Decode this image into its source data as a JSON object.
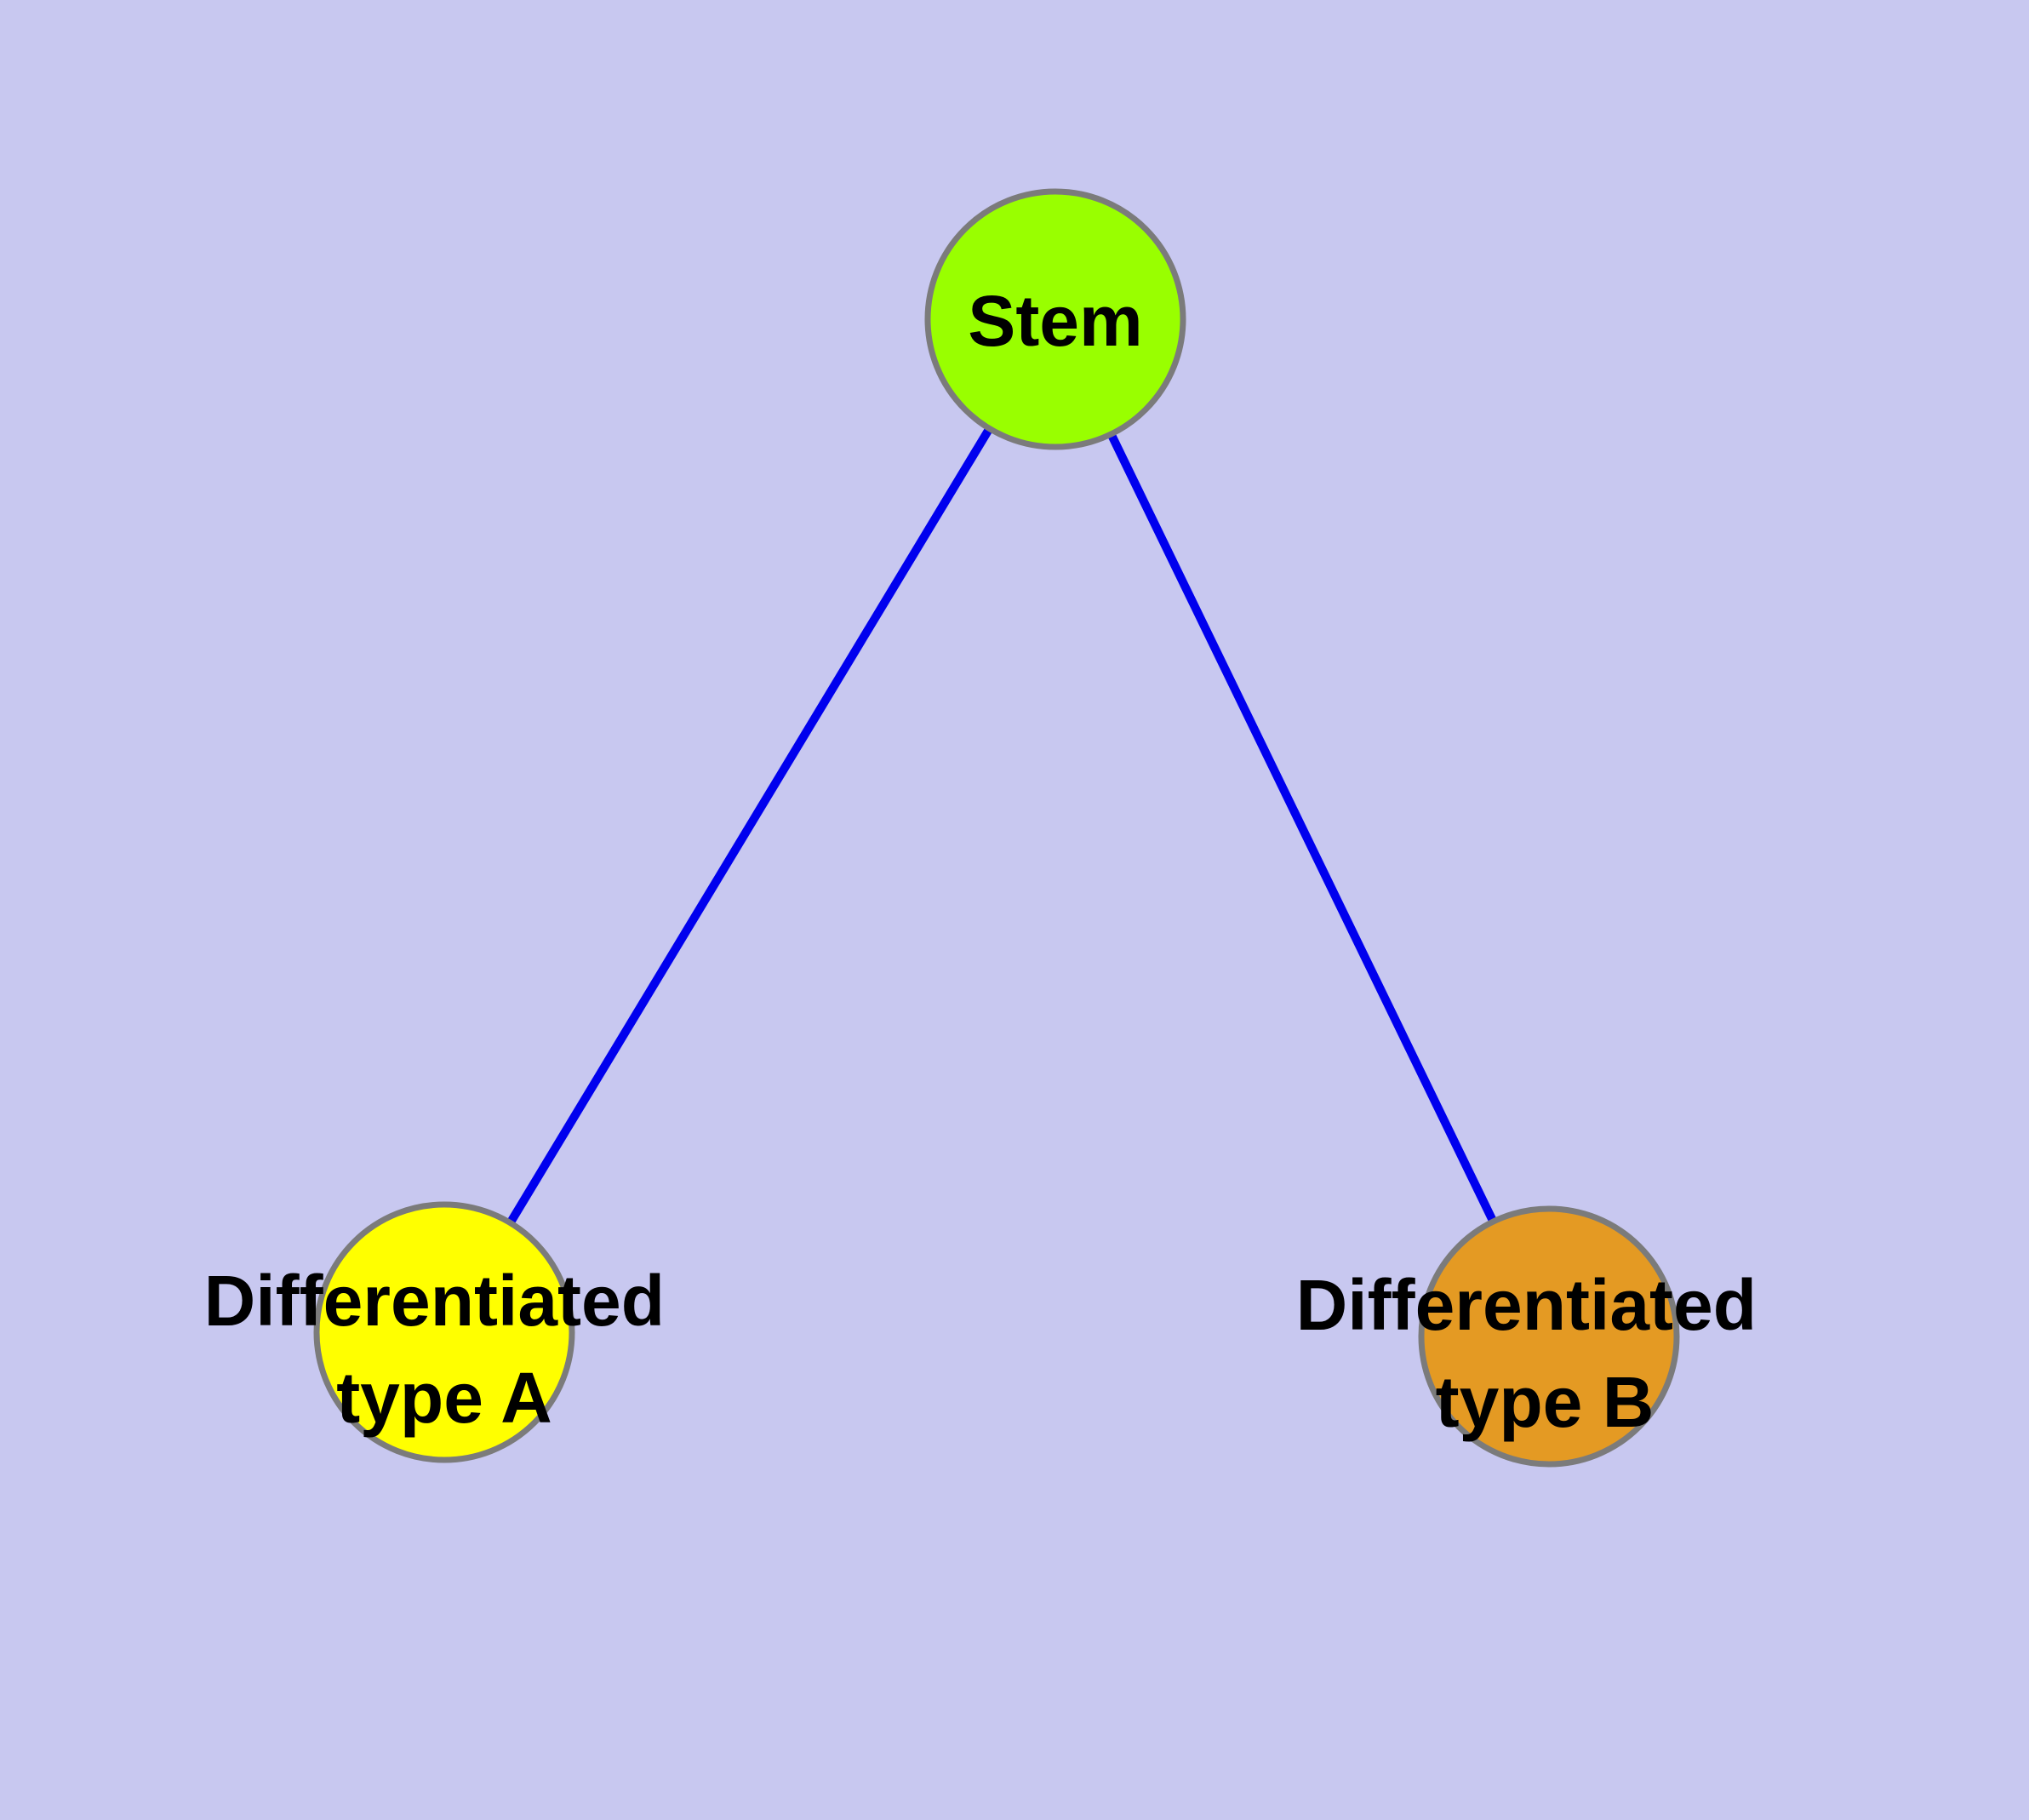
{
  "colors": {
    "background": "#C8C8F0",
    "node_border": "#7B7B7B",
    "edge": "#0000EE",
    "label": "#000000"
  },
  "nodes": [
    {
      "id": "stem",
      "label": "Stem",
      "fill": "#99FF00"
    },
    {
      "id": "type-a",
      "label_lines": [
        "Differentiated",
        "type A"
      ],
      "fill": "#FFFF00"
    },
    {
      "id": "type-b",
      "label_lines": [
        "Differentiated",
        "type B"
      ],
      "fill": "#E49A23"
    }
  ],
  "edges": [
    {
      "from": "stem",
      "to": "type-a"
    },
    {
      "from": "stem",
      "to": "type-b"
    }
  ]
}
